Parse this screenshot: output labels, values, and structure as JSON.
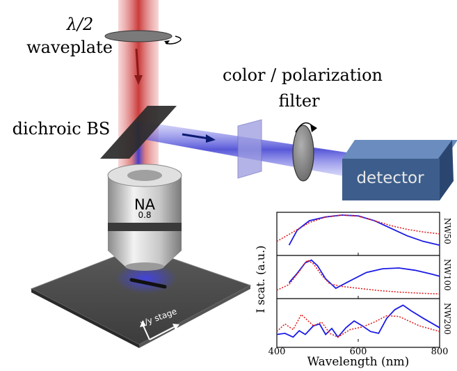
{
  "labels": {
    "waveplate_symbol": "λ/2",
    "waveplate": "waveplate",
    "dichroic_bs": "dichroic BS",
    "filter_line1": "color / polarization",
    "filter_line2": "filter",
    "detector": "detector",
    "objective_na": "NA",
    "objective_value": "0.8",
    "stage": "x/y stage"
  },
  "colors": {
    "laser_red": "#c83232",
    "beam_blue": "#3c3cd2",
    "detector_blue": "#3d5e8c",
    "plot_line": "#1a1ae6",
    "plot_dotted": "#e02020"
  },
  "inset": {
    "ylabel": "I scat. (a.u.)",
    "xlabel": "Wavelength (nm)",
    "xticks": [
      "400",
      "600",
      "800"
    ],
    "panels": [
      "NW50",
      "NW100",
      "NW200"
    ]
  },
  "chart_data": [
    {
      "type": "line",
      "panel": "NW50",
      "xlim": [
        400,
        800
      ],
      "series": [
        {
          "style": "solid",
          "x": [
            430,
            450,
            480,
            520,
            560,
            600,
            640,
            680,
            720,
            760,
            800
          ],
          "y": [
            0.2,
            0.6,
            0.85,
            0.95,
            1.0,
            0.98,
            0.85,
            0.65,
            0.45,
            0.3,
            0.2
          ]
        },
        {
          "style": "dotted",
          "x": [
            400,
            440,
            480,
            520,
            560,
            600,
            640,
            680,
            720,
            760,
            800
          ],
          "y": [
            0.3,
            0.55,
            0.8,
            0.95,
            1.0,
            0.97,
            0.85,
            0.72,
            0.62,
            0.55,
            0.5
          ]
        }
      ]
    },
    {
      "type": "line",
      "panel": "NW100",
      "xlim": [
        400,
        800
      ],
      "series": [
        {
          "style": "solid",
          "x": [
            430,
            450,
            470,
            485,
            500,
            520,
            545,
            580,
            620,
            660,
            700,
            740,
            780,
            800
          ],
          "y": [
            0.35,
            0.6,
            0.88,
            0.95,
            0.8,
            0.45,
            0.2,
            0.4,
            0.62,
            0.72,
            0.74,
            0.68,
            0.58,
            0.52
          ]
        },
        {
          "style": "dotted",
          "x": [
            400,
            430,
            455,
            475,
            490,
            510,
            530,
            560,
            600,
            650,
            700,
            750,
            800
          ],
          "y": [
            0.15,
            0.3,
            0.65,
            0.95,
            0.85,
            0.55,
            0.32,
            0.25,
            0.2,
            0.14,
            0.1,
            0.07,
            0.05
          ]
        }
      ]
    },
    {
      "type": "line",
      "panel": "NW200",
      "xlim": [
        400,
        800
      ],
      "series": [
        {
          "style": "solid",
          "x": [
            400,
            420,
            440,
            455,
            470,
            490,
            505,
            520,
            535,
            550,
            570,
            590,
            610,
            630,
            650,
            670,
            690,
            710,
            730,
            760,
            800
          ],
          "y": [
            0.12,
            0.15,
            0.05,
            0.22,
            0.12,
            0.35,
            0.4,
            0.12,
            0.28,
            0.05,
            0.3,
            0.48,
            0.35,
            0.2,
            0.15,
            0.55,
            0.78,
            0.9,
            0.75,
            0.55,
            0.3
          ]
        },
        {
          "style": "dotted",
          "x": [
            400,
            420,
            440,
            460,
            475,
            490,
            510,
            530,
            550,
            580,
            610,
            640,
            670,
            700,
            720,
            750,
            800
          ],
          "y": [
            0.2,
            0.4,
            0.25,
            0.65,
            0.5,
            0.35,
            0.45,
            0.15,
            0.05,
            0.25,
            0.32,
            0.45,
            0.62,
            0.6,
            0.5,
            0.35,
            0.2
          ]
        }
      ]
    }
  ]
}
